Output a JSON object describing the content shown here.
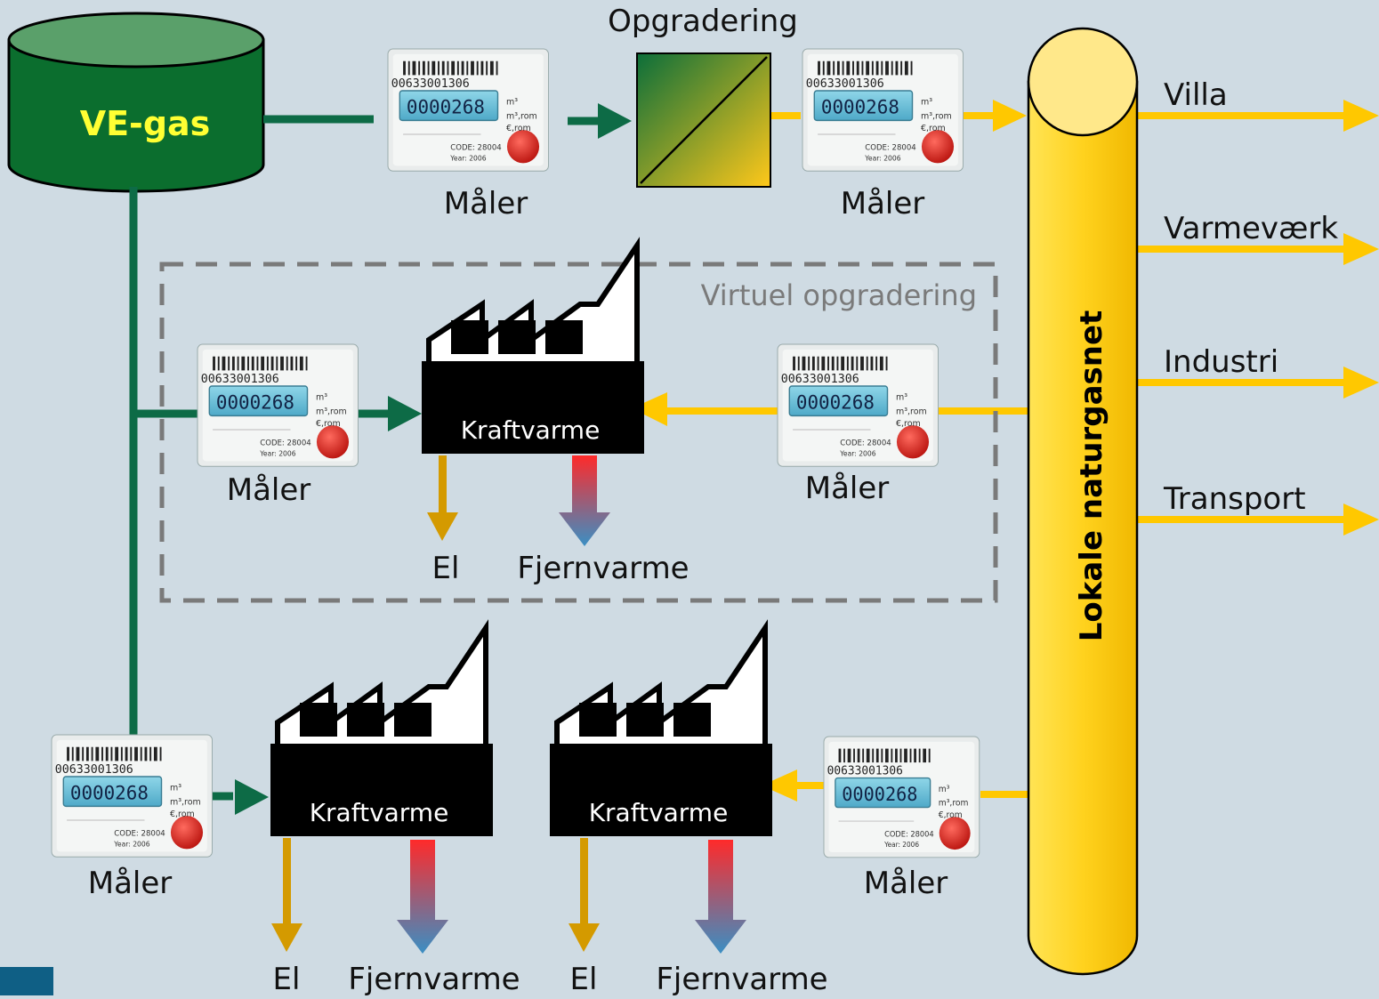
{
  "source": {
    "label": "VE-gas",
    "fill": "#0b6e2e",
    "text_color": "#ffff33"
  },
  "upgrade": {
    "label": "Opgradering"
  },
  "pipeline": {
    "label": "Lokale naturgasnet",
    "fill": "#ffd21e"
  },
  "virtual_box": {
    "label": "Virtuel opgradering"
  },
  "meter": {
    "label": "Måler",
    "serial": "00633001306",
    "display": "0000268",
    "units": [
      "m³",
      "m³,rom",
      "€,rom"
    ],
    "code": "CODE: 28004",
    "year": "Year: 2006"
  },
  "plant": {
    "label": "Kraftvarme"
  },
  "outputs": {
    "el": "El",
    "district_heating": "Fjernvarme"
  },
  "consumers": [
    "Villa",
    "Varmeværk",
    "Industri",
    "Transport"
  ],
  "colors": {
    "green_flow": "#0d6b46",
    "gas_flow": "#ffc800",
    "el_arrow": "#d49a00",
    "heat_top": "#ff2a2a",
    "heat_bottom": "#3a8fc4",
    "corner_mark": "#0f5f85"
  }
}
